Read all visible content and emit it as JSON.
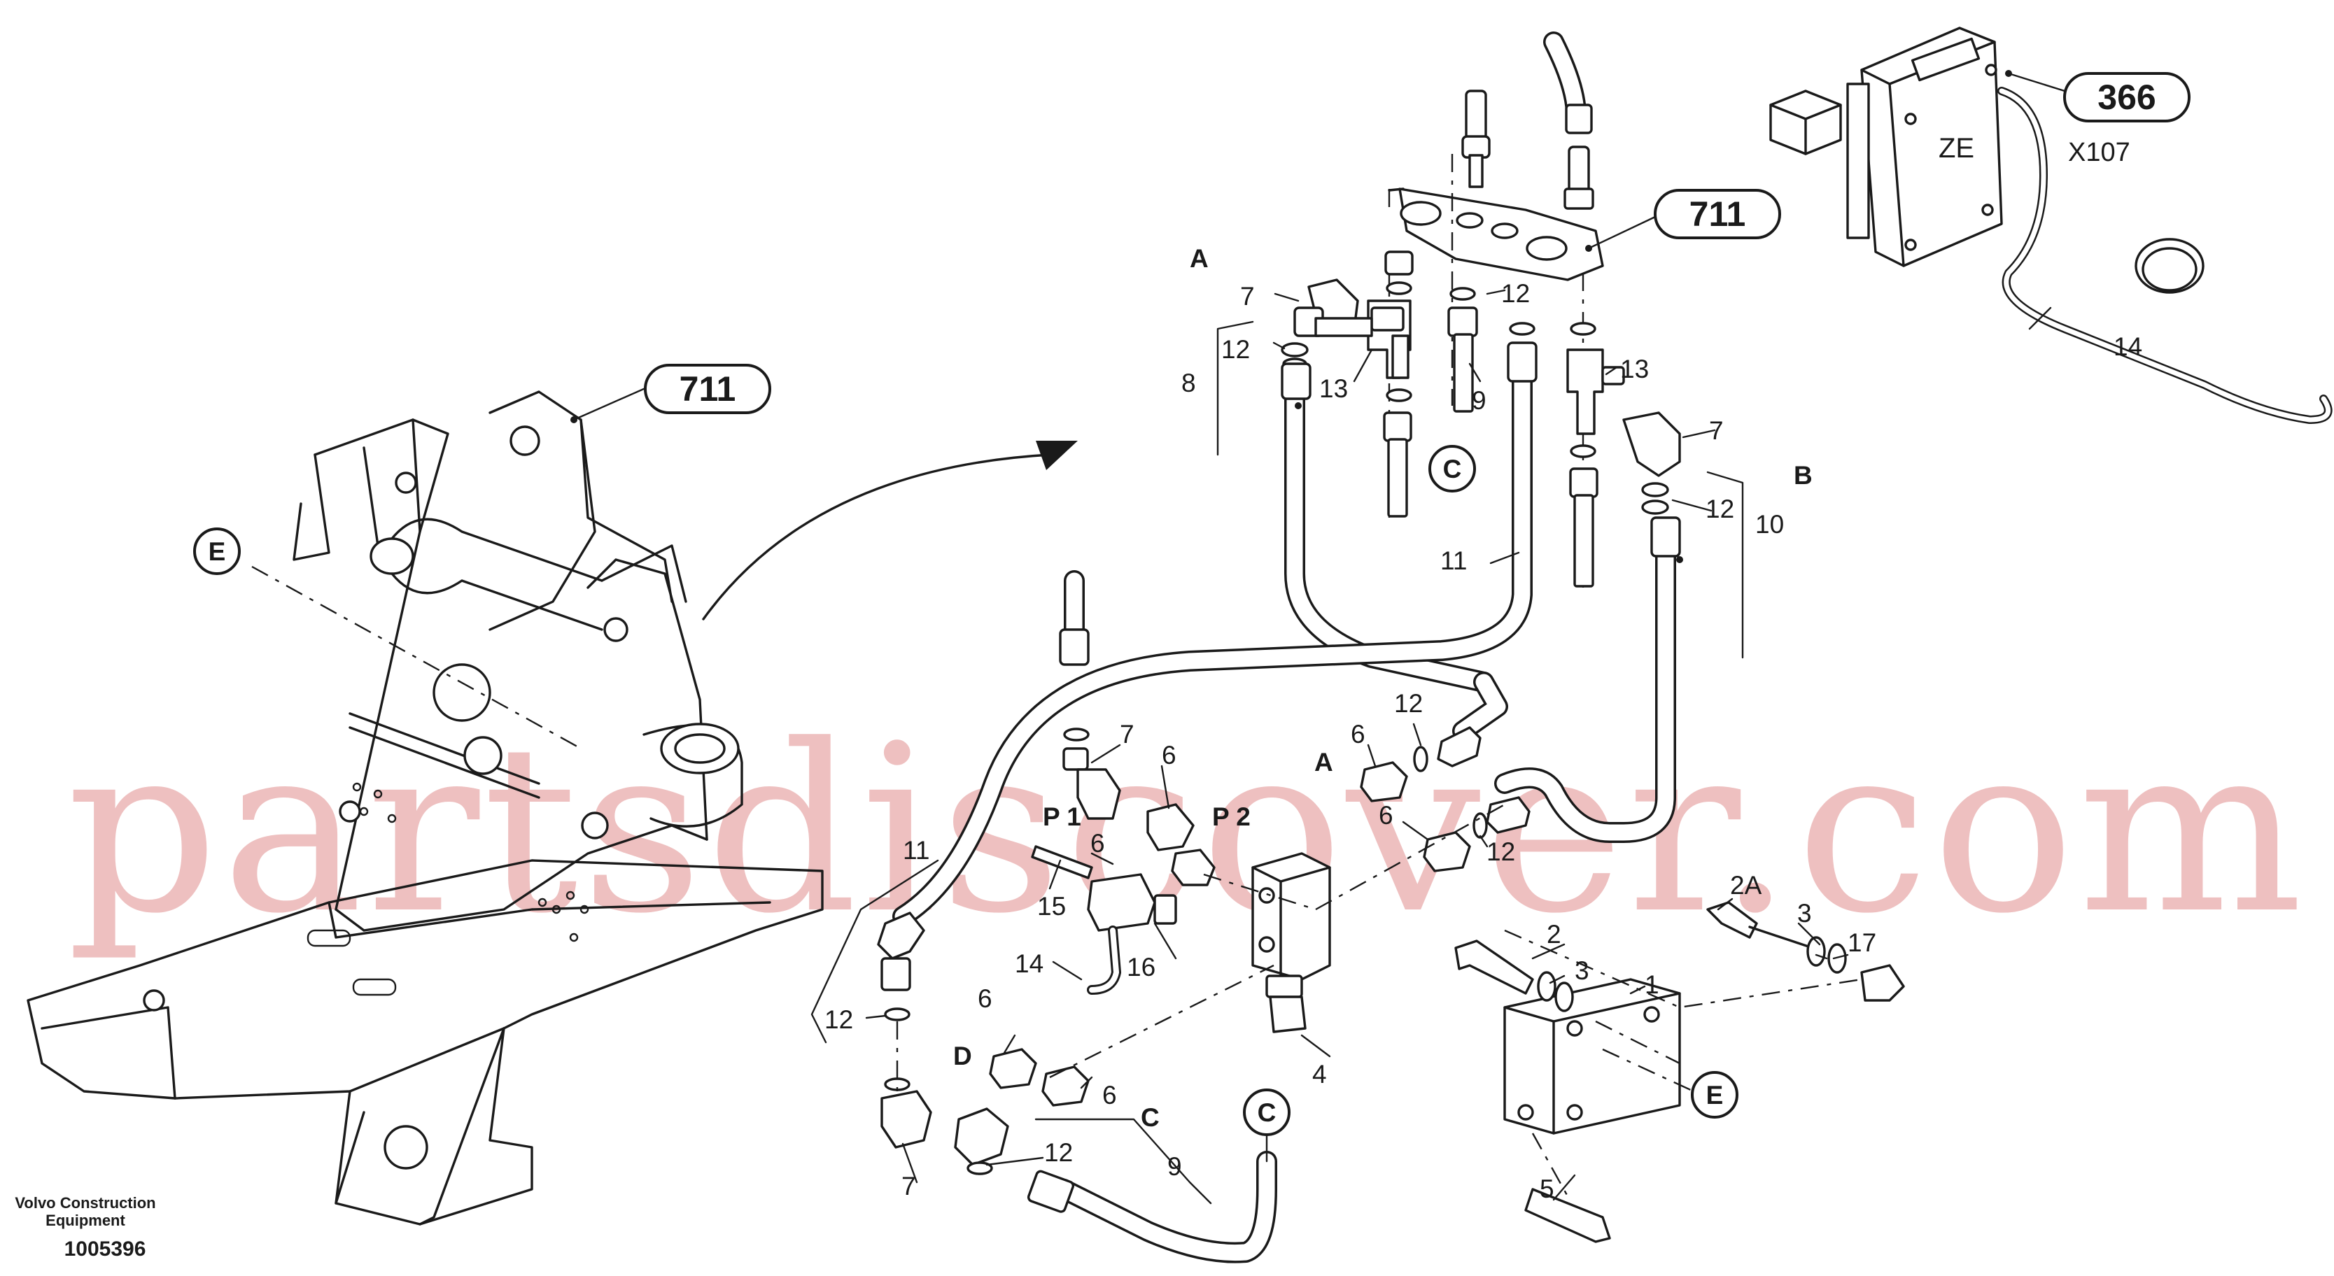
{
  "ref_labels": {
    "frame_711": "711",
    "bracket_711": "711",
    "ecu_366": "366"
  },
  "ecu": {
    "name": "ZE",
    "connector": "X107"
  },
  "view_circles": {
    "E_left": "E",
    "C_top": "C",
    "C_bottom": "C",
    "E_right": "E"
  },
  "section_letters": {
    "A_top": "A",
    "B": "B",
    "A_mid": "A",
    "D": "D",
    "C_mid": "C",
    "P1": "P 1",
    "P2": "P 2"
  },
  "callouts": {
    "c7_top": "7",
    "c12_top": "12",
    "c8": "8",
    "c13_left": "13",
    "c12_mid": "12",
    "c9_top": "9",
    "c13_right": "13",
    "c7_right": "7",
    "c12_right": "12",
    "c10": "10",
    "c11_top": "11",
    "c14_top": "14",
    "c7_mid": "7",
    "c6_mid": "6",
    "c6_p1": "6",
    "c15": "15",
    "c14_mid": "14",
    "c16": "16",
    "c6_a": "6",
    "c12_a": "12",
    "c6_b": "6",
    "c12_b": "12",
    "c11_left": "11",
    "c12_left": "12",
    "c4": "4",
    "c2": "2",
    "c3_a": "3",
    "c1": "1",
    "c2a": "2A",
    "c3_b": "3",
    "c17": "17",
    "c6_d": "6",
    "c6_c": "6",
    "c7_bottom": "7",
    "c12_bottom": "12",
    "c9_bottom": "9",
    "c5": "5"
  },
  "watermark": "partsdiscover.com",
  "footer": {
    "company_line1": "Volvo Construction",
    "company_line2": "Equipment",
    "drawing_number": "1005396"
  }
}
